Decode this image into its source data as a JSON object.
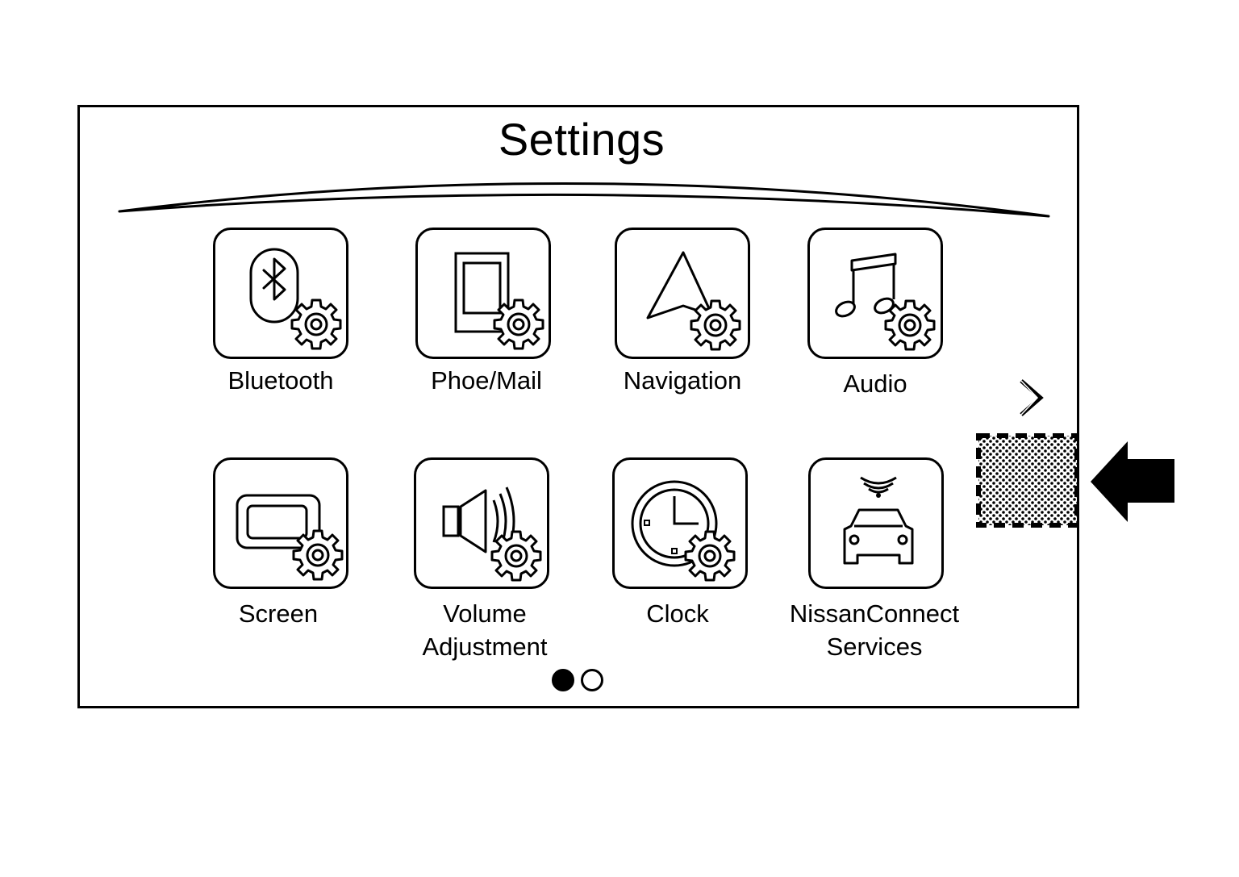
{
  "screen": {
    "title": "Settings"
  },
  "menu": {
    "items": [
      {
        "label": "Bluetooth",
        "icon": "bluetooth-settings-icon"
      },
      {
        "label": "Phoe/Mail",
        "icon": "phone-settings-icon"
      },
      {
        "label": "Navigation",
        "icon": "navigation-settings-icon"
      },
      {
        "label": "Audio",
        "icon": "audio-settings-icon"
      },
      {
        "label": "Screen",
        "icon": "screen-settings-icon"
      },
      {
        "label": "Volume\nAdjustment",
        "icon": "volume-settings-icon"
      },
      {
        "label": "Clock",
        "icon": "clock-settings-icon"
      },
      {
        "label": "NissanConnect\nServices",
        "icon": "connected-car-icon"
      }
    ]
  },
  "pagination": {
    "current_page": 1,
    "total_pages": 2
  },
  "next_page": {
    "icon": "chevron-right-icon"
  },
  "callout": {
    "icon": "pointer-arrow-icon",
    "highlight": "dotted-touch-area"
  },
  "colors": {
    "line": "#000000",
    "background": "#ffffff"
  }
}
